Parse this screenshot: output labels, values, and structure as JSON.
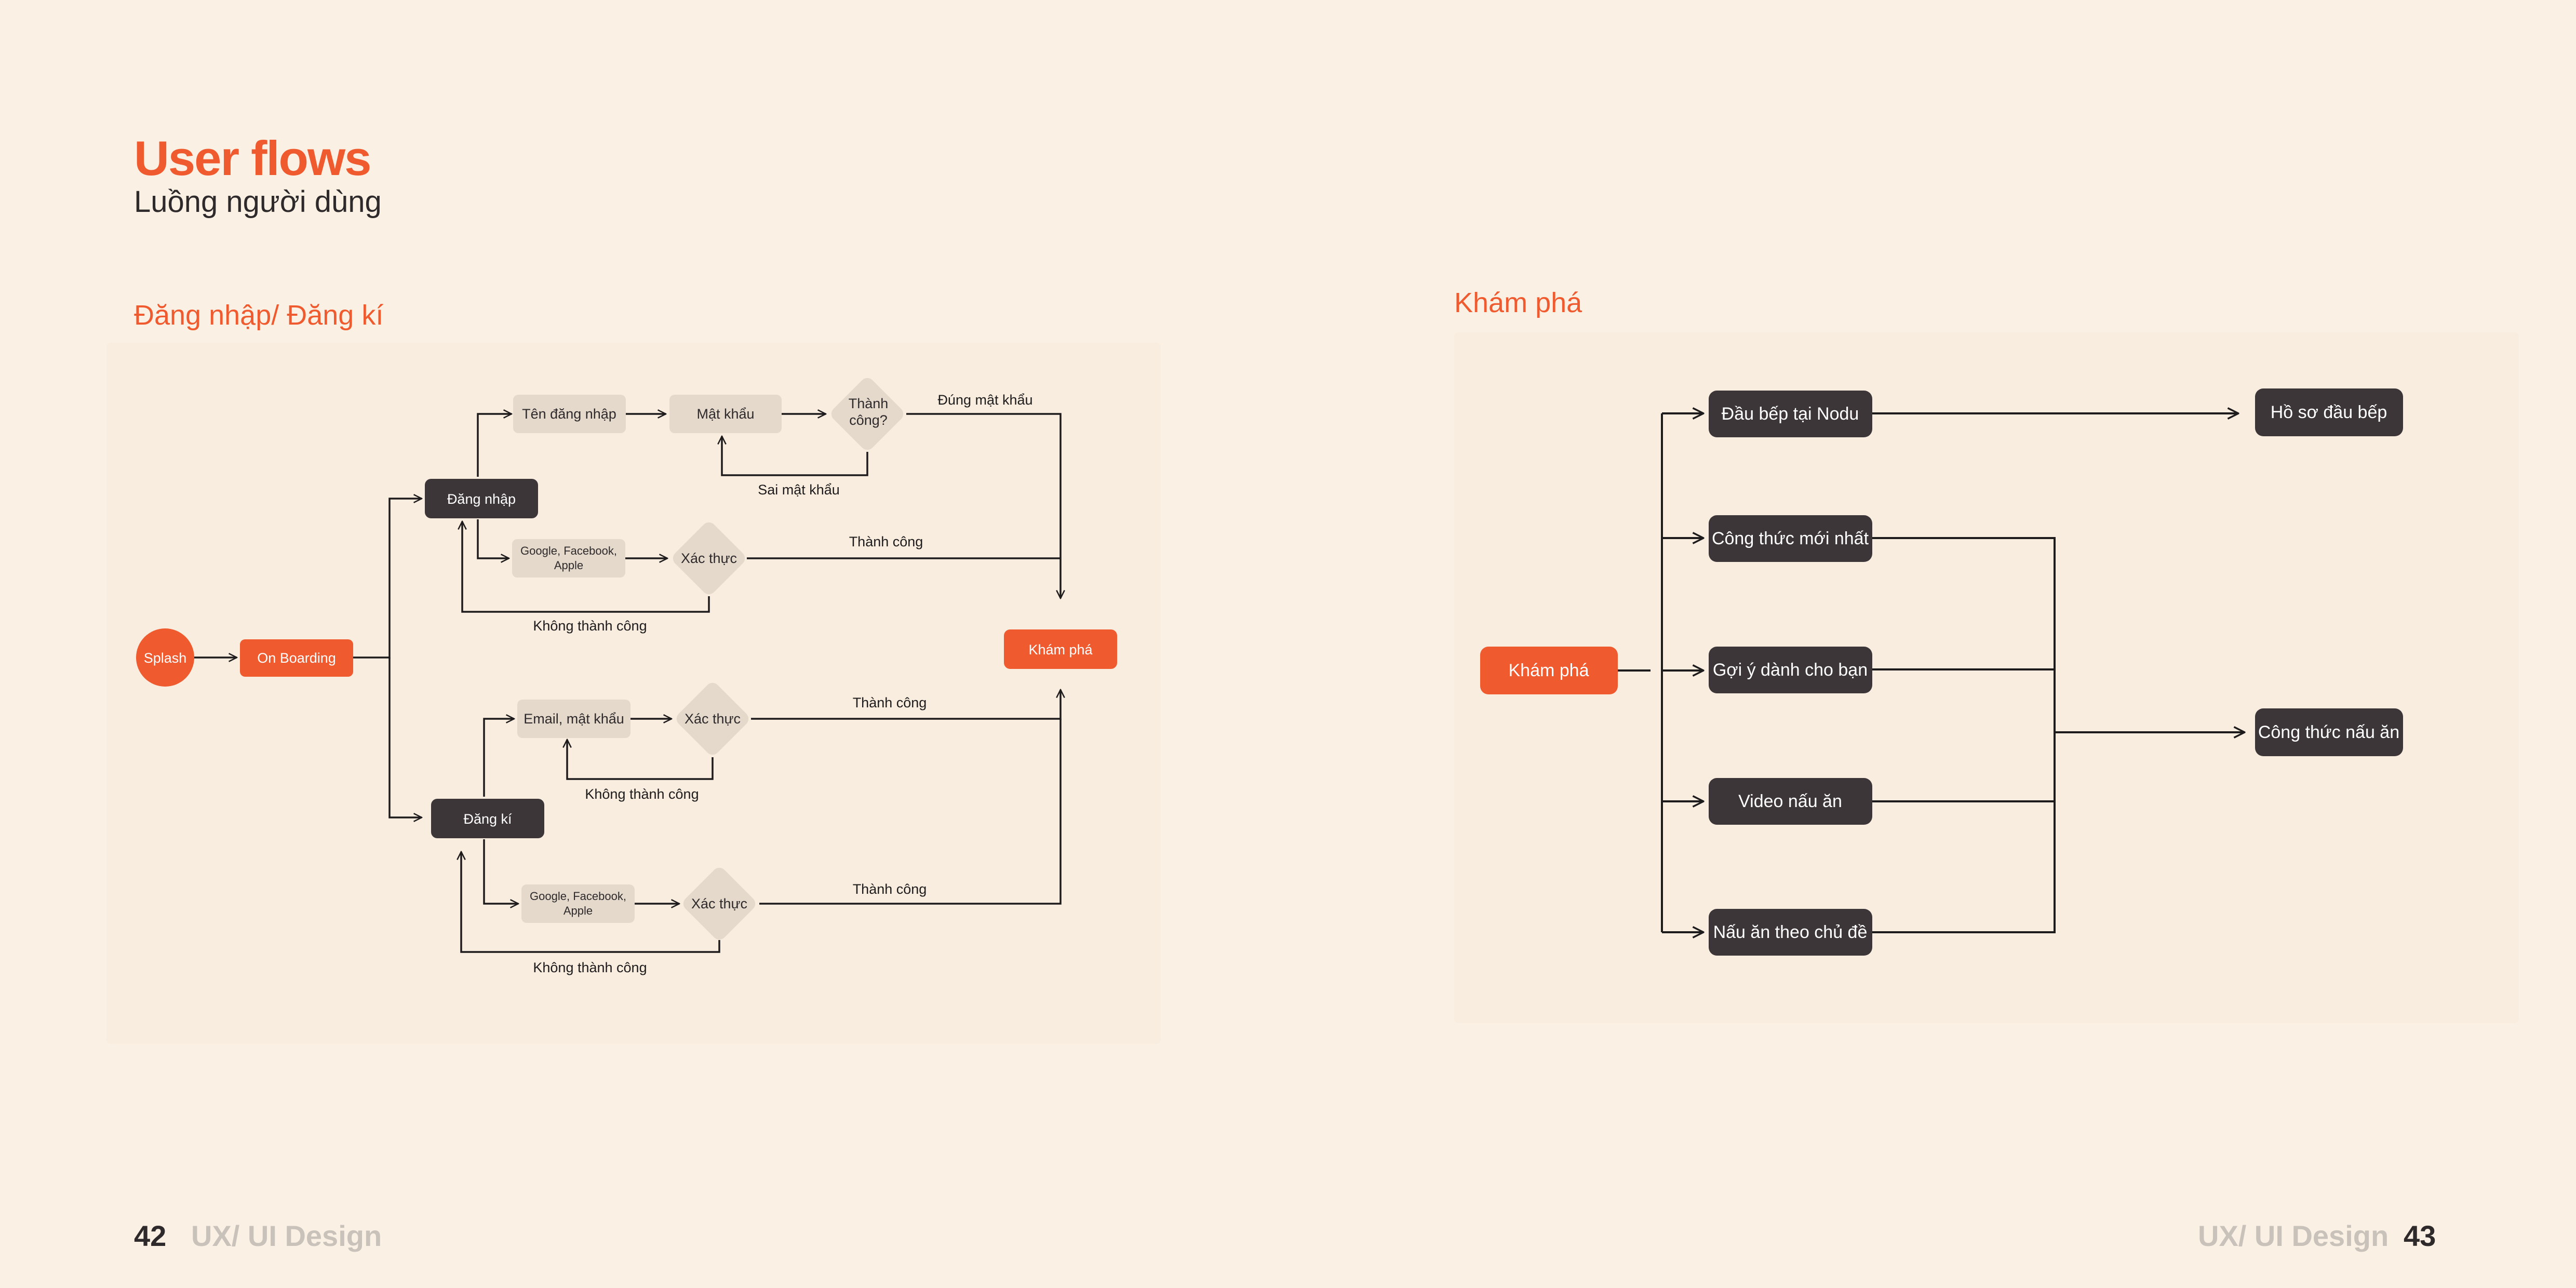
{
  "header": {
    "title": "User flows",
    "subtitle": "Luồng người dùng"
  },
  "left": {
    "heading": "Đăng nhập/ Đăng kí",
    "nodes": {
      "splash": "Splash",
      "onboarding": "On Boarding",
      "login": "Đăng nhập",
      "register": "Đăng kí",
      "username": "Tên đăng nhập",
      "password": "Mật khẩu",
      "success_q_1": "Thành",
      "success_q_2": "công?",
      "google_1a": "Google, Facebook,",
      "google_1b": "Apple",
      "verify_1": "Xác thực",
      "email": "Email, mật khẩu",
      "verify_2": "Xác thực",
      "google_2a": "Google, Facebook,",
      "google_2b": "Apple",
      "verify_3": "Xác thực",
      "explore": "Khám phá"
    },
    "labels": {
      "correct_password": "Đúng mật khẩu",
      "wrong_password": "Sai mật khẩu",
      "success_1": "Thành công",
      "fail_1": "Không thành công",
      "success_2": "Thành công",
      "fail_2": "Không thành công",
      "success_3": "Thành công",
      "fail_3": "Không thành công"
    }
  },
  "right": {
    "heading": "Khám phá",
    "nodes": {
      "explore": "Khám phá",
      "chefs": "Đầu bếp tại Nodu",
      "chef_profile": "Hồ sơ đầu bếp",
      "newest": "Công thức mới nhất",
      "suggest": "Gợi ý dành cho bạn",
      "video": "Video nấu ăn",
      "theme": "Nấu ăn theo chủ đề",
      "recipe": "Công thức nấu ăn"
    }
  },
  "footer": {
    "left_page": "42",
    "left_text": "UX/ UI Design",
    "right_text": "UX/ UI Design",
    "right_page": "43"
  },
  "colors": {
    "accent": "#F05A2F",
    "dark_node": "#3D3639",
    "light_node": "#E5D9CC",
    "background": "#FAF1E4",
    "panel": "#F8EDDE",
    "text": "#2E2A2B"
  }
}
